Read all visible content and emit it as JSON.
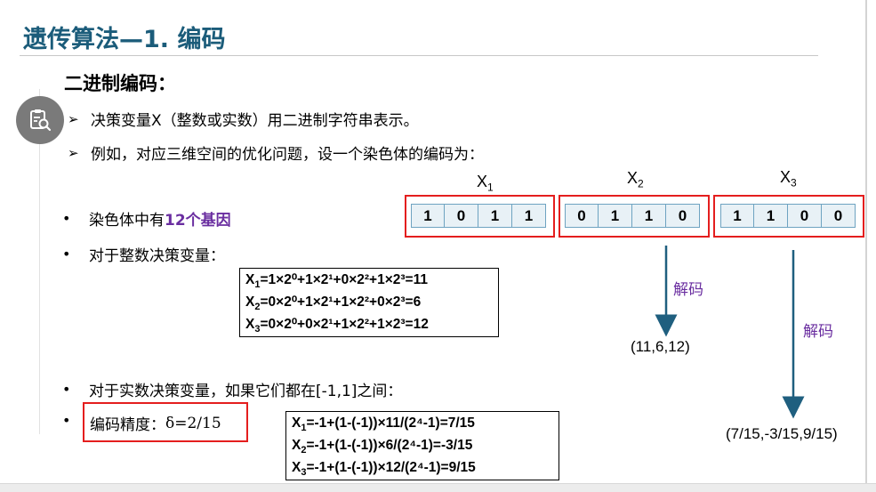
{
  "title": "遗传算法—1. 编码",
  "subtitle": "二进制编码：",
  "arrow_bullets": [
    "决策变量X（整数或实数）用二进制字符串表示。",
    "例如，对应三维空间的优化问题，设一个染色体的编码为："
  ],
  "genes": {
    "prefix": "染色体中有",
    "highlight": "12个基因"
  },
  "bullet_integer": "对于整数决策变量：",
  "bullet_real": "对于实数决策变量，如果它们都在[-1,1]之间：",
  "precision": {
    "label": "编码精度：",
    "value": "δ=2/15"
  },
  "chromosome_labels": [
    "X",
    "X",
    "X"
  ],
  "chromosome_subs": [
    "1",
    "2",
    "3"
  ],
  "chromosomes": [
    [
      "1",
      "0",
      "1",
      "1"
    ],
    [
      "0",
      "1",
      "1",
      "0"
    ],
    [
      "1",
      "1",
      "0",
      "0"
    ]
  ],
  "integer_formulas": [
    {
      "var": "X",
      "sub": "1",
      "expr": "=1×2⁰+1×2¹+0×2²+1×2³=11"
    },
    {
      "var": "X",
      "sub": "2",
      "expr": "=0×2⁰+1×2¹+1×2²+0×2³=6"
    },
    {
      "var": "X",
      "sub": "3",
      "expr": "=0×2⁰+0×2¹+1×2²+1×2³=12"
    }
  ],
  "real_formulas": [
    {
      "var": "X",
      "sub": "1",
      "expr": "=-1+(1-(-1))×11/(2⁴-1)=7/15"
    },
    {
      "var": "X",
      "sub": "2",
      "expr": "=-1+(1-(-1))×6/(2⁴-1)=-3/15"
    },
    {
      "var": "X",
      "sub": "3",
      "expr": "=-1+(1-(-1))×12/(2⁴-1)=9/15"
    }
  ],
  "decode_label_1": "解码",
  "decode_label_2": "解码",
  "integer_result": "(11,6,12)",
  "real_result": "(7/15,-3/15,9/15)",
  "icon": "clipboard-search-icon",
  "colors": {
    "title": "#1b5c7a",
    "accent_purple": "#6a2ea0",
    "highlight_red": "#e41e1e",
    "cell_fill": "#e8f1f6",
    "arrow": "#1f5f7f"
  }
}
